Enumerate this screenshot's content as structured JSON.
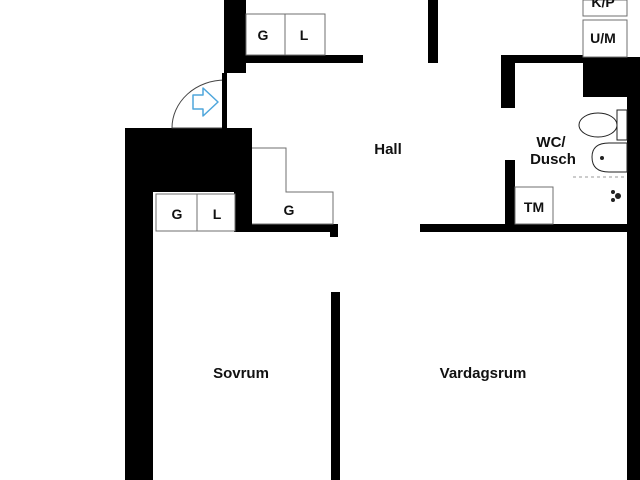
{
  "rooms": {
    "hall": "Hall",
    "wc_line1": "WC/",
    "wc_line2": "Dusch",
    "sovrum": "Sovrum",
    "vardagsrum": "Vardagsrum"
  },
  "storage": {
    "top_g": "G",
    "top_l": "L",
    "kp": "K/P",
    "um": "U/M",
    "sov_g": "G",
    "sov_l": "L",
    "hall_g": "G",
    "tm": "TM"
  },
  "colors": {
    "wall": "#000000",
    "cabinet_line": "#6f6f6f",
    "entry_arrow": "#4ea6dc"
  },
  "icons": {
    "entry": "entry-arrow-icon",
    "toilet": "toilet-icon",
    "sink": "sink-icon",
    "shower": "shower-tap-icon"
  }
}
